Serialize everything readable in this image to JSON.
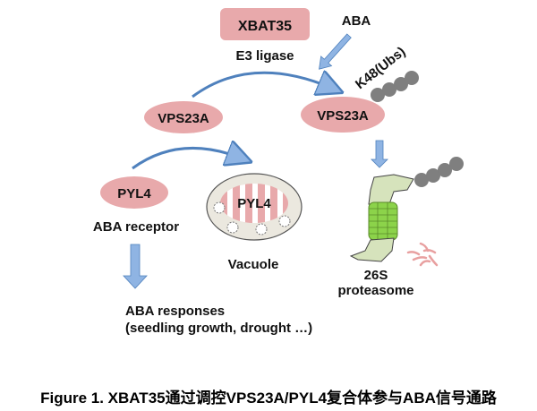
{
  "diagram": {
    "xbat35": {
      "label": "XBAT35",
      "sublabel": "E3 ligase"
    },
    "aba": {
      "label": "ABA"
    },
    "ubiquitin": {
      "label": "K48(Ubs)",
      "bead_count": 4
    },
    "vps23a_left": {
      "label": "VPS23A"
    },
    "vps23a_right": {
      "label": "VPS23A"
    },
    "pyl4": {
      "label": "PYL4",
      "sublabel": "ABA receptor"
    },
    "vacuole": {
      "label": "Vacuole",
      "cargo_label": "PYL4",
      "vesicle_count": 4
    },
    "proteasome": {
      "label_line1": "26S",
      "label_line2": "proteasome"
    },
    "responses": {
      "line1": "ABA responses",
      "line2": "(seedling growth, drought …)"
    }
  },
  "colors": {
    "protein_fill": "#e8a9ab",
    "arrow_blue": "#8fb4e3",
    "arrow_stroke": "#4f81bd",
    "ubiquitin_gray": "#7f7f7f",
    "vacuole_fill": "#ebe8df",
    "proteasome_cap": "#d6e3bc",
    "proteasome_core": "#8cd34a",
    "fragments": "#e8a0a0"
  },
  "caption": "Figure 1. XBAT35通过调控VPS23A/PYL4复合体参与ABA信号通路"
}
